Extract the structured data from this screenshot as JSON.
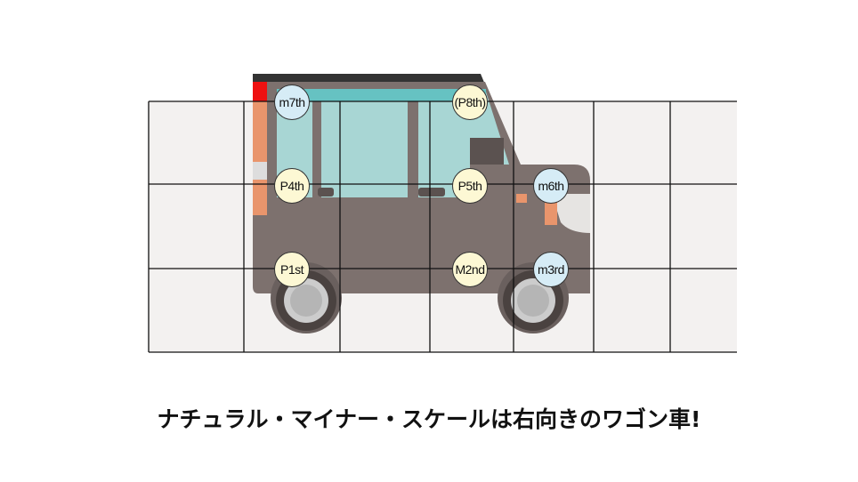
{
  "notes": [
    {
      "label": "m7th",
      "type": "minor"
    },
    {
      "label": "(P8th)",
      "type": "perfect"
    },
    {
      "label": "P4th",
      "type": "perfect"
    },
    {
      "label": "P5th",
      "type": "perfect"
    },
    {
      "label": "m6th",
      "type": "minor"
    },
    {
      "label": "P1st",
      "type": "perfect"
    },
    {
      "label": "M2nd",
      "type": "perfect"
    },
    {
      "label": "m3rd",
      "type": "minor"
    }
  ],
  "caption": "ナチュラル・マイナー・スケールは右向きのワゴン車!",
  "colors": {
    "body": "#7d716e",
    "window": "#9fd3d2",
    "roof": "#333333",
    "grid_cell": "#f3f1f0",
    "perfect": "#fdf8d4",
    "minor": "#d6ecf6"
  }
}
